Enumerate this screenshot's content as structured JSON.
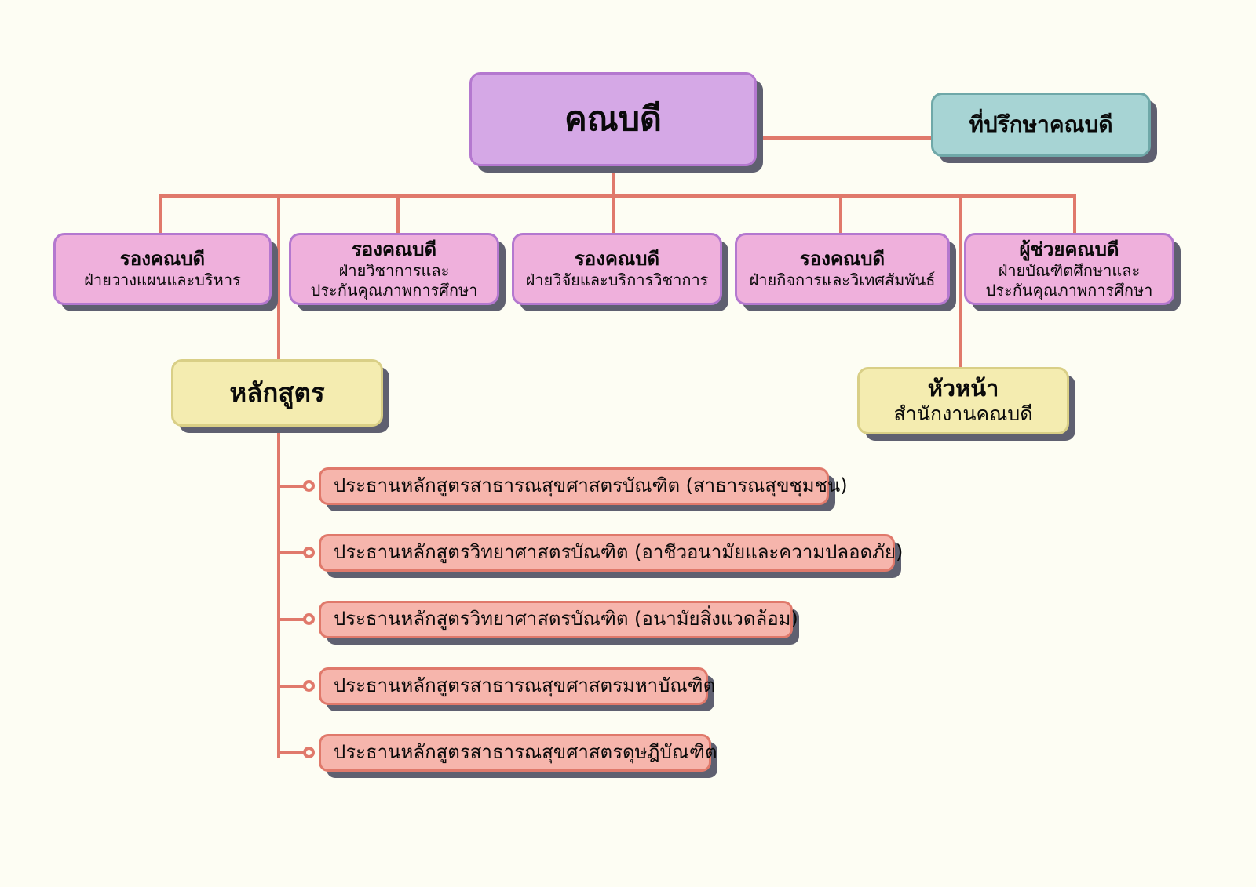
{
  "meta": {
    "title": "โครงสร้างการบริหารคณะ",
    "colors": {
      "background": "#fdfdf3",
      "dean_fill": "#d5a8e6",
      "advisor_fill": "#a7d4d4",
      "vice_fill": "#efb0dc",
      "yellow_fill": "#f4ecb0",
      "program_fill": "#f6b5ac",
      "connector": "#e0796b",
      "shadow": "#5f6070"
    }
  },
  "dean": {
    "title": "คณบดี"
  },
  "advisor": {
    "title": "ที่ปรึกษาคณบดี"
  },
  "vice_deans": [
    {
      "title": "รองคณบดี",
      "subtitle": "ฝ่ายวางแผนและบริหาร"
    },
    {
      "title": "รองคณบดี",
      "subtitle_line1": "ฝ่ายวิชาการและ",
      "subtitle_line2": "ประกันคุณภาพการศึกษา"
    },
    {
      "title": "รองคณบดี",
      "subtitle": "ฝ่ายวิจัยและบริการวิชาการ"
    },
    {
      "title": "รองคณบดี",
      "subtitle": "ฝ่ายกิจการและวิเทศสัมพันธ์"
    },
    {
      "title": "ผู้ช่วยคณบดี",
      "subtitle_line1": "ฝ่ายบัณฑิตศึกษาและ",
      "subtitle_line2": "ประกันคุณภาพการศึกษา"
    }
  ],
  "program_hub": {
    "title": "หลักสูตร"
  },
  "office_head": {
    "title": "หัวหน้า",
    "subtitle": "สำนักงานคณบดี"
  },
  "programs": [
    {
      "label": "ประธานหลักสูตรสาธารณสุขศาสตรบัณฑิต (สาธารณสุขชุมชน)"
    },
    {
      "label": "ประธานหลักสูตรวิทยาศาสตรบัณฑิต (อาชีวอนามัยและความปลอดภัย)"
    },
    {
      "label": "ประธานหลักสูตรวิทยาศาสตรบัณฑิต (อนามัยสิ่งแวดล้อม)"
    },
    {
      "label": "ประธานหลักสูตรสาธารณสุขศาสตรมหาบัณฑิต"
    },
    {
      "label": "ประธานหลักสูตรสาธารณสุขศาสตรดุษฎีบัณฑิต"
    }
  ]
}
